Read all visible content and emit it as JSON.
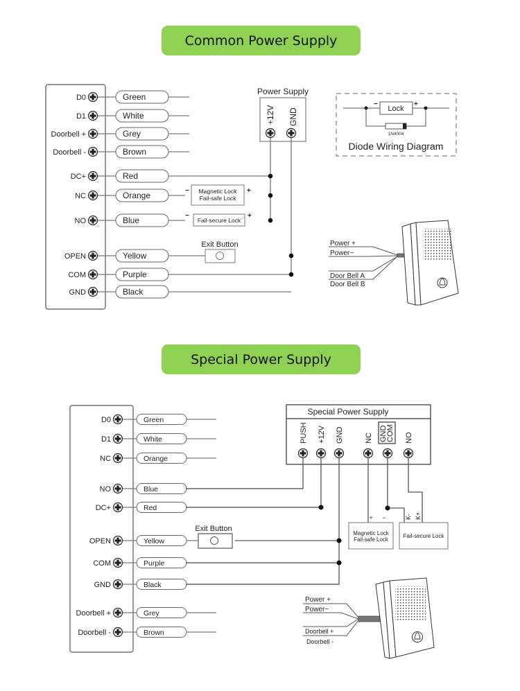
{
  "sections": {
    "common": {
      "title": "Common Power Supply",
      "controller_terminals": [
        "D0",
        "D1",
        "Doorbell +",
        "Doorbell -",
        "DC+",
        "NC",
        "NO",
        "OPEN",
        "COM",
        "GND"
      ],
      "wires": [
        "Green",
        "White",
        "Grey",
        "Brown",
        "Red",
        "Orange",
        "Blue",
        "Yellow",
        "Purple",
        "Black"
      ],
      "power_supply": {
        "label": "Power Supply",
        "terminals": [
          "+12V",
          "GND"
        ]
      },
      "magnetic_lock": {
        "line1": "Magnetic Lock",
        "line2": "Fail-safe Lock",
        "minus": "−",
        "plus": "+"
      },
      "fail_secure_lock": {
        "label": "Fail-secure Lock",
        "minus": "−",
        "plus": "+"
      },
      "exit_button": "Exit Button",
      "diode_diagram": {
        "title": "Diode Wiring Diagram",
        "lock": "Lock",
        "diode": "1N4004",
        "minus": "−",
        "plus": "+"
      },
      "doorbell_wires": [
        "Power +",
        "Power−",
        "Door Bell  A",
        "Door Bell  B"
      ]
    },
    "special": {
      "title": "Special Power Supply",
      "controller_terminals": [
        "D0",
        "D1",
        "NC",
        "NO",
        "DC+",
        "OPEN",
        "COM",
        "GND",
        "Doorbell +",
        "Doorbell -"
      ],
      "wires": [
        "Green",
        "White",
        "Orange",
        "Blue",
        "Red",
        "Yellow",
        "Purple",
        "Black",
        "Grey",
        "Brown"
      ],
      "power_supply": {
        "label": "Special Power Supply",
        "terminals": [
          "PUSH",
          "+12V",
          "GND",
          "NC",
          "GND",
          "COM",
          "NO"
        ]
      },
      "magnetic_lock": {
        "line1": "Magnetic Lock",
        "line2": "Fail-safe Lock",
        "plus": "+",
        "minus": "−"
      },
      "fail_secure_lock": {
        "label": "Fail-secure Lock",
        "kminus": "K-",
        "kplus": "K+"
      },
      "exit_button": "Exit Button",
      "doorbell_wires": [
        "Power +",
        "Power−",
        "Doorbell +",
        "Doorbell -"
      ]
    }
  }
}
